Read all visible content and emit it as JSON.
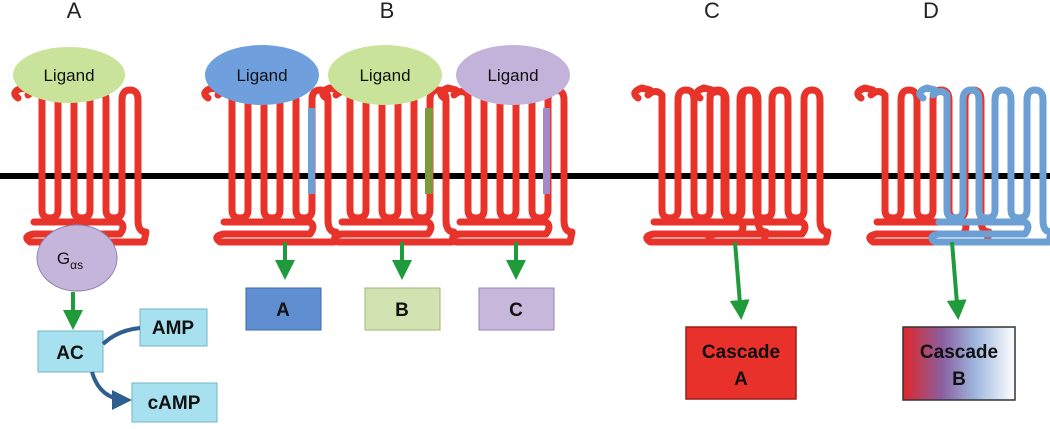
{
  "panels": {
    "a": {
      "label": "A",
      "ligand": "Ligand",
      "g_protein_main": "G",
      "g_protein_sub": "αs",
      "ac": "AC",
      "amp": "AMP",
      "camp": "cAMP"
    },
    "b": {
      "label": "B",
      "ligands": [
        "Ligand",
        "Ligand",
        "Ligand"
      ],
      "outputs": [
        "A",
        "B",
        "C"
      ]
    },
    "c": {
      "label": "C",
      "cascade_line1": "Cascade",
      "cascade_line2": "A"
    },
    "d": {
      "label": "D",
      "cascade_line1": "Cascade",
      "cascade_line2": "B"
    }
  },
  "colors": {
    "receptor_red": "#e8332a",
    "receptor_blue": "#6c9fd4",
    "ligand_green": "#c9e39a",
    "ligand_blue": "#6f9fdc",
    "ligand_purple": "#c3b3da",
    "g_protein": "#c5b5db",
    "ac_box": "#a7e0ee",
    "box_blue": "#5f8fd0",
    "box_green": "#d2e3b1",
    "box_purple": "#c7b8db",
    "box_red": "#e8312a",
    "arrow_green": "#1f9b3c",
    "membrane": "#000000",
    "ac_arrow": "#2f5f8f"
  }
}
